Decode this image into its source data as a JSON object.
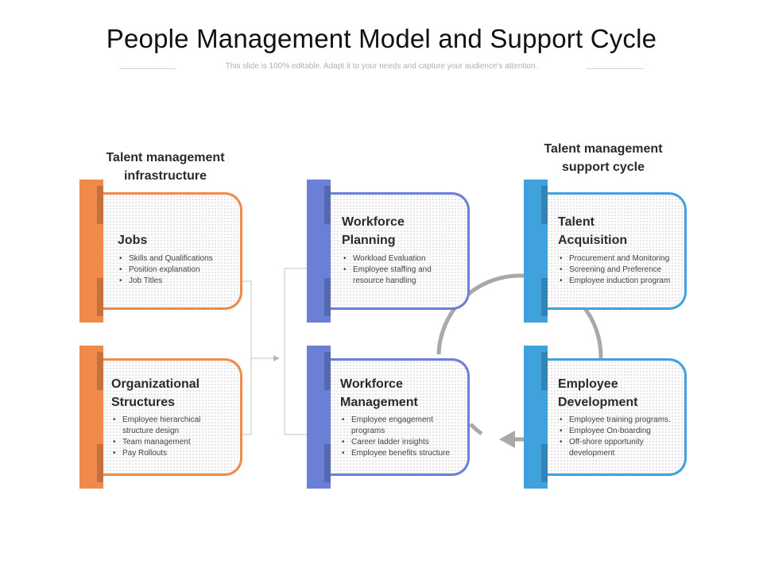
{
  "title": "People Management Model and Support Cycle",
  "subtitle": "This slide is 100% editable. Adapt it to your needs and capture your audience's attention.",
  "headings": {
    "infrastructure": "Talent management infrastructure",
    "support_cycle": "Talent management support cycle"
  },
  "colors": {
    "orange": "#F08A4B",
    "indigo": "#6A7FD6",
    "blue": "#3FA2DC",
    "cycle_arrow": "#a9a9a9",
    "connector": "#c4c4c4"
  },
  "cards": {
    "jobs": {
      "title": "Jobs",
      "items": [
        "Skills and Qualifications",
        "Position explanation",
        "Job Titles"
      ]
    },
    "org_structures": {
      "title": "Organizational Structures",
      "items": [
        "Employee hierarchical structure design",
        "Team management",
        "Pay Rollouts"
      ]
    },
    "workforce_planning": {
      "title": "Workforce Planning",
      "items": [
        "Workload Evaluation",
        "Employee staffing and resource handling"
      ]
    },
    "workforce_management": {
      "title": "Workforce Management",
      "items": [
        "Employee engagement programs",
        "Career ladder insights",
        "Employee benefits structure"
      ]
    },
    "talent_acquisition": {
      "title": "Talent Acquisition",
      "items": [
        "Procurement and Monitoring",
        "Screening and Preference",
        "Employee induction program"
      ]
    },
    "employee_development": {
      "title": "Employee Development",
      "items": [
        "Employee training programs.",
        "Employee On-boarding",
        "Off-shore opportunity development"
      ]
    }
  }
}
